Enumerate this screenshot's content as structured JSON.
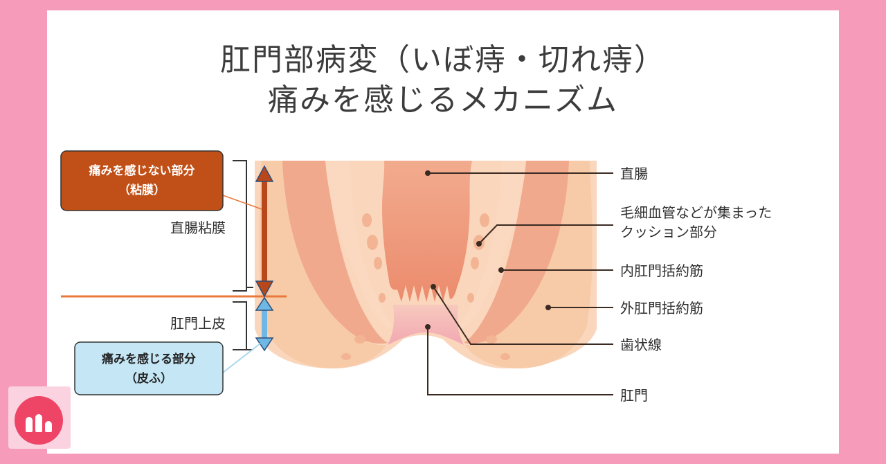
{
  "title": {
    "line1": "肛門部病変（いぼ痔・切れ痔）",
    "line2": "痛みを感じるメカニズム"
  },
  "left_labels": {
    "no_pain_box": {
      "line1": "痛みを感じない部分",
      "line2": "（粘膜）"
    },
    "rectal_mucosa": "直腸粘膜",
    "anal_epithelium": "肛門上皮",
    "pain_box": {
      "line1": "痛みを感じる部分",
      "line2": "（皮ふ）"
    }
  },
  "right_labels": {
    "rectum": "直腸",
    "cushion": {
      "line1": "毛細血管などが集まった",
      "line2": "クッション部分"
    },
    "internal_sphincter": "内肛門括約筋",
    "external_sphincter": "外肛門括約筋",
    "dentate_line": "歯状線",
    "anus": "肛門"
  },
  "colors": {
    "background": "#f79bbb",
    "no_pain_box": "#c05018",
    "pain_box": "#c5e6f5",
    "divider": "#e9793b",
    "mucosa_arrow": "#b8471b",
    "skin_arrow": "#6fb7e4"
  }
}
